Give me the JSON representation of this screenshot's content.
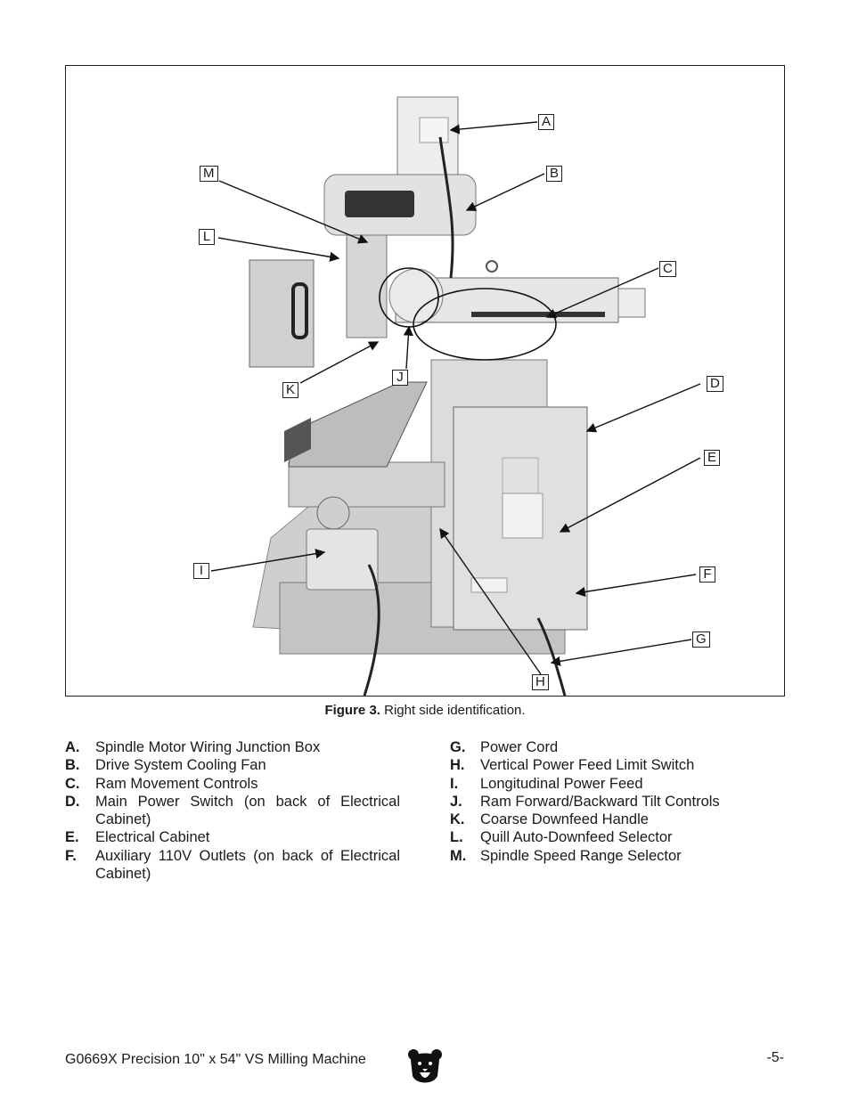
{
  "figure": {
    "caption_label": "Figure 3.",
    "caption_text": " Right side identification.",
    "callouts": [
      "A",
      "B",
      "C",
      "D",
      "E",
      "F",
      "G",
      "H",
      "I",
      "J",
      "K",
      "L",
      "M"
    ]
  },
  "legend_left": [
    {
      "letter": "A.",
      "text": "Spindle Motor Wiring Junction Box"
    },
    {
      "letter": "B.",
      "text": "Drive System Cooling Fan"
    },
    {
      "letter": "C.",
      "text": "Ram Movement Controls"
    },
    {
      "letter": "D.",
      "text": "Main Power Switch (on back of Electrical Cabinet)"
    },
    {
      "letter": "E.",
      "text": "Electrical Cabinet"
    },
    {
      "letter": "F.",
      "text": "Auxiliary 110V Outlets (on back of Electrical Cabinet)"
    }
  ],
  "legend_right": [
    {
      "letter": "G.",
      "text": "Power Cord"
    },
    {
      "letter": "H.",
      "text": "Vertical Power Feed Limit Switch"
    },
    {
      "letter": "I.",
      "text": "Longitudinal Power Feed"
    },
    {
      "letter": "J.",
      "text": "Ram Forward/Backward Tilt Controls"
    },
    {
      "letter": "K.",
      "text": "Coarse Downfeed Handle"
    },
    {
      "letter": "L.",
      "text": "Quill Auto-Downfeed Selector"
    },
    {
      "letter": "M.",
      "text": "Spindle Speed Range Selector"
    }
  ],
  "footer": {
    "title": "G0669X Precision 10\" x 54\" VS Milling Machine",
    "page": "-5-"
  },
  "colors": {
    "machine": "#d9d9d9",
    "machine_dark": "#8a8a8a",
    "line": "#111111"
  }
}
